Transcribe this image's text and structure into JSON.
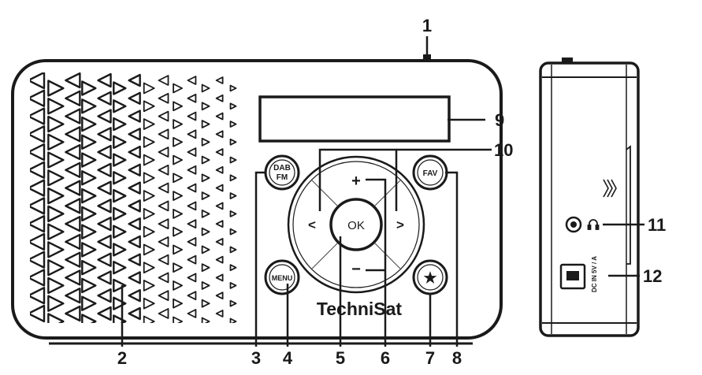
{
  "front_view": {
    "brand": "TechniSat",
    "buttons": {
      "source": {
        "line1": "DAB",
        "line2": "FM"
      },
      "fav": "FAV",
      "menu": "MENU",
      "star": "★",
      "ok": "OK",
      "plus": "+",
      "minus": "−",
      "left": "<",
      "right": ">"
    }
  },
  "side_view": {
    "dc_label": "DC IN 5V / A",
    "headphone_icon": "headphone-icon",
    "usb_icon": "mini-usb-port-icon",
    "grip_icon": "grip-marks-icon"
  },
  "callouts": {
    "n1": "1",
    "n2": "2",
    "n3": "3",
    "n4": "4",
    "n5": "5",
    "n6": "6",
    "n7": "7",
    "n8": "8",
    "n9": "9",
    "n10": "10",
    "n11": "11",
    "n12": "12"
  },
  "colors": {
    "line": "#1a1a1a",
    "background": "#ffffff"
  }
}
